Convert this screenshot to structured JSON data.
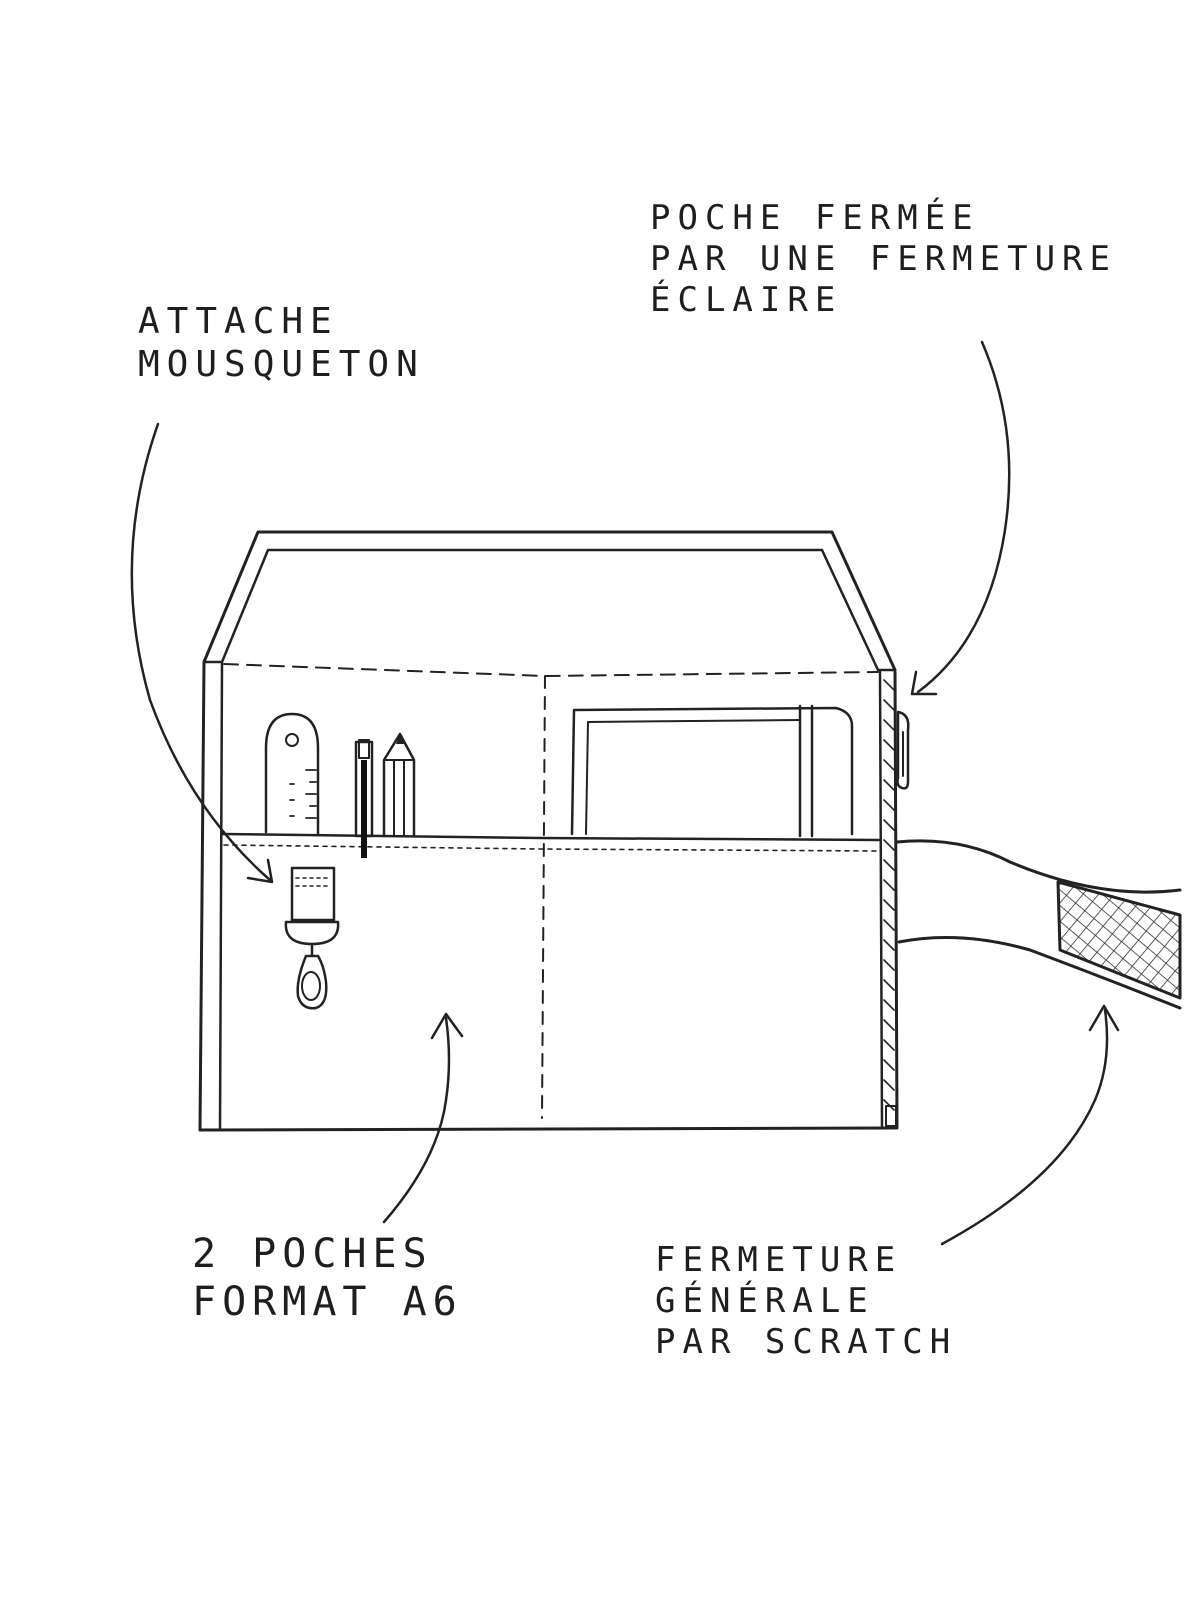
{
  "labels": {
    "attache": [
      "ATTACHE",
      "MOUSQUETON"
    ],
    "poche_fermee": [
      "POCHE FERMÉE",
      "PAR UNE FERMETURE",
      "ÉCLAIRE"
    ],
    "deux_poches": [
      "2 POCHES",
      "FORMAT A6"
    ],
    "fermeture_generale": [
      "FERMETURE",
      "GÉNÉRALE",
      "PAR SCRATCH"
    ]
  },
  "colors": {
    "ink": "#222222",
    "background": "#ffffff",
    "mesh": "#555555"
  }
}
